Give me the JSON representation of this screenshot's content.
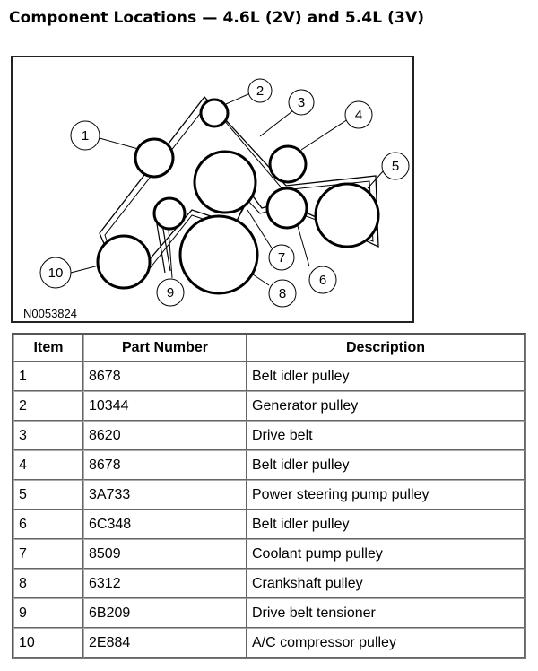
{
  "title": "Component Locations — 4.6L (2V) and 5.4L (3V)",
  "figure": {
    "id": "N0053824",
    "callouts": [
      "1",
      "2",
      "3",
      "4",
      "5",
      "6",
      "7",
      "8",
      "9",
      "10"
    ]
  },
  "table": {
    "headers": [
      "Item",
      "Part Number",
      "Description"
    ],
    "rows": [
      {
        "item": "1",
        "part": "8678",
        "desc": "Belt idler pulley"
      },
      {
        "item": "2",
        "part": "10344",
        "desc": "Generator pulley"
      },
      {
        "item": "3",
        "part": "8620",
        "desc": "Drive belt"
      },
      {
        "item": "4",
        "part": "8678",
        "desc": "Belt idler pulley"
      },
      {
        "item": "5",
        "part": "3A733",
        "desc": "Power steering pump pulley"
      },
      {
        "item": "6",
        "part": "6C348",
        "desc": "Belt idler pulley"
      },
      {
        "item": "7",
        "part": "8509",
        "desc": "Coolant pump pulley"
      },
      {
        "item": "8",
        "part": "6312",
        "desc": "Crankshaft pulley"
      },
      {
        "item": "9",
        "part": "6B209",
        "desc": "Drive belt tensioner"
      },
      {
        "item": "10",
        "part": "2E884",
        "desc": "A/C compressor pulley"
      }
    ]
  }
}
